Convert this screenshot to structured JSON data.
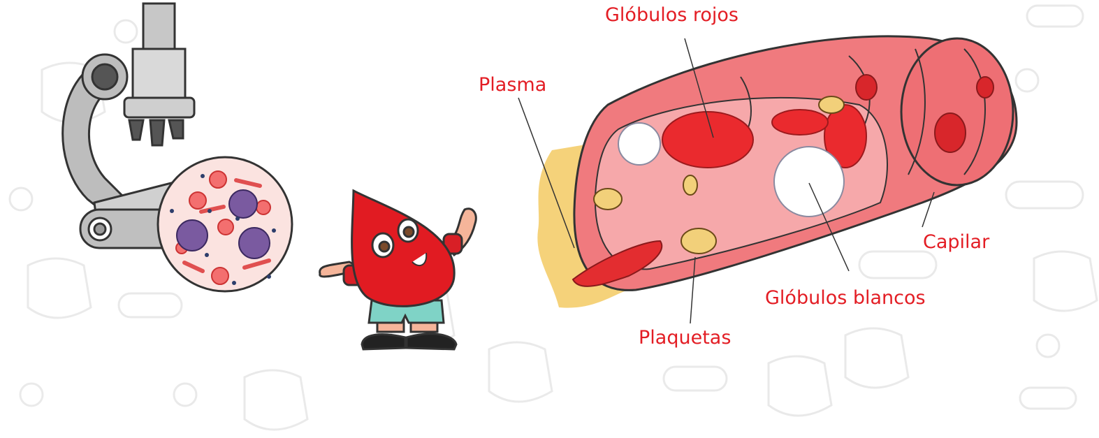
{
  "labels": {
    "red_cells": "Glóbulos rojos",
    "plasma": "Plasma",
    "capillary": "Capilar",
    "white_cells": "Glóbulos blancos",
    "platelets": "Plaquetas"
  },
  "colors": {
    "label": "#e31d24",
    "vessel": "#f07a7e",
    "red_cell": "#e8262a",
    "plasma": "#f5d27a",
    "mascot": "#e11b22"
  }
}
